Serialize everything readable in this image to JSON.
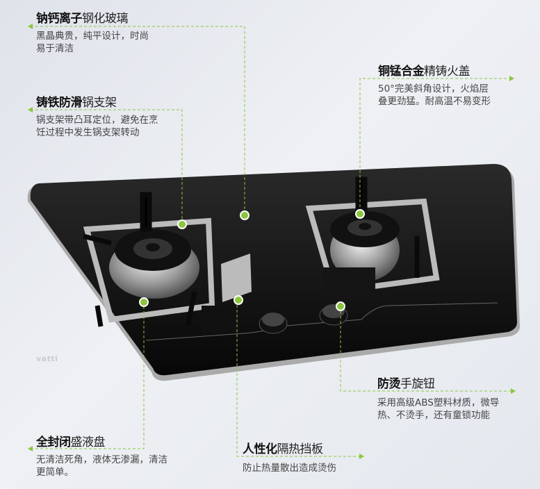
{
  "brand_logo": "vatti",
  "accent_color": "#8cc63f",
  "callouts": [
    {
      "id": "glass",
      "title_bold": "钠钙离子",
      "title_rest": "钢化玻璃",
      "desc": [
        "黑晶典贵，纯平设计，时尚",
        "易于清洁"
      ]
    },
    {
      "id": "pan-support",
      "title_bold": "铸铁防滑",
      "title_rest": "锅支架",
      "desc": [
        "锅支架带凸耳定位，避免在烹",
        "饪过程中发生锅支架转动"
      ]
    },
    {
      "id": "burner-cap",
      "title_bold": "铜锰合金",
      "title_rest": "精铸火盖",
      "desc": [
        "50°完美斜角设计，火焰层",
        "叠更劲猛。耐高温不易变形"
      ]
    },
    {
      "id": "knob",
      "title_bold": "防烫",
      "title_rest": "手旋钮",
      "desc": [
        "采用高级ABS塑料材质，微导",
        "热、不烫手，还有童锁功能"
      ]
    },
    {
      "id": "drip-tray",
      "title_bold": "全封闭",
      "title_rest": "盛液盘",
      "desc": [
        "无清洁死角，液体无渗漏，清洁",
        "更简单。"
      ]
    },
    {
      "id": "heat-shield",
      "title_bold": "人性化",
      "title_rest": "隔热挡板",
      "desc": [
        "防止热量散出造成烫伤"
      ]
    }
  ]
}
